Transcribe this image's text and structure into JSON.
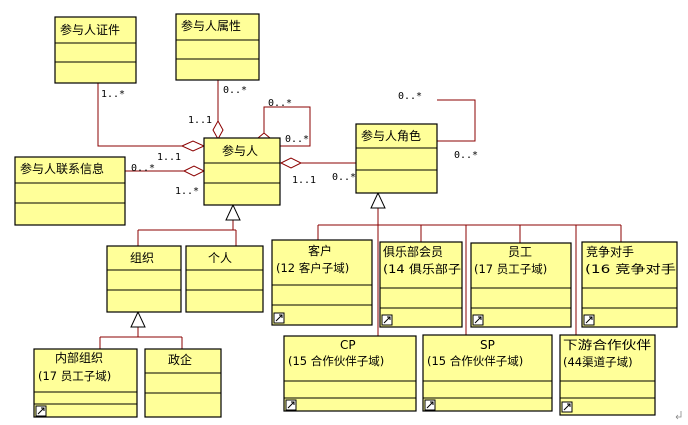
{
  "classes": {
    "zhengjian": {
      "title": "参与人证件"
    },
    "shuxing": {
      "title": "参与人属性"
    },
    "lianxi": {
      "title": "参与人联系信息"
    },
    "canyuren": {
      "title": "参与人"
    },
    "juese": {
      "title": "参与人角色"
    },
    "zuzhi": {
      "title": "组织"
    },
    "geren": {
      "title": "个人"
    },
    "neibu": {
      "title": "内部组织",
      "sub": "(17 员工子域)"
    },
    "zhengqi": {
      "title": "政企"
    },
    "kehu": {
      "title": "客户",
      "sub": "(12 客户子域)"
    },
    "julebu": {
      "title": "俱乐部会员",
      "sub": "(14 俱乐部子"
    },
    "yuangong": {
      "title": "员工",
      "sub": "(17 员工子域)"
    },
    "jingzheng": {
      "title": "竞争对手",
      "sub": "(16 竞争对手"
    },
    "cp": {
      "title": "CP",
      "sub": "(15 合作伙伴子域)"
    },
    "sp": {
      "title": "SP",
      "sub": "(15 合作伙伴子域)"
    },
    "xiayou": {
      "title": "下游合作伙伴",
      "sub": "(44渠道子域)"
    }
  },
  "multiplicities": {
    "zhengjian_end": "1..*",
    "zhengjian_near": "1..1",
    "shuxing_end": "0..*",
    "shuxing_near": "1..1",
    "self_top": "0..*",
    "self_right": "0..*",
    "lianxi_end": "0..*",
    "lianxi_near": "1..1",
    "lianxi_lower": "1..*",
    "juese_near": "1..1",
    "juese_end": "0..*",
    "juese_self_top": "0..*",
    "juese_self_bottom": "0..*"
  },
  "colors": {
    "class_fill": "#ffff99",
    "line": "#8b0000"
  }
}
